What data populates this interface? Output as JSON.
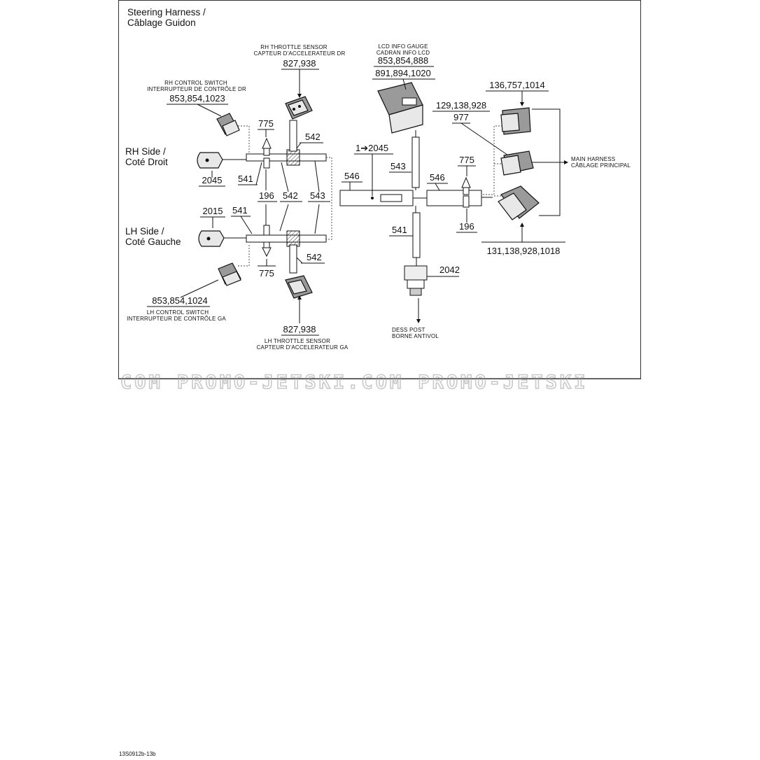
{
  "title": {
    "line1": "Steering Harness /",
    "line2": "Câblage Guidon"
  },
  "sides": {
    "rh": {
      "line1": "RH Side /",
      "line2": "Coté Droit"
    },
    "lh": {
      "line1": "LH Side /",
      "line2": "Coté Gauche"
    }
  },
  "components": {
    "rh_throttle": {
      "en": "RH THROTTLE SENSOR",
      "fr": "CAPTEUR D'ACCELERATEUR DR",
      "parts": "827,938"
    },
    "lcd_gauge": {
      "en": "LCD INFO GAUGE",
      "fr": "CADRAN INFO LCD",
      "parts1": "853,854,888",
      "parts2": "891,894,1020"
    },
    "rh_switch": {
      "en": "RH CONTROL SWITCH",
      "fr": "INTERRUPTEUR DE CONTRÔLE DR",
      "parts": "853,854,1023"
    },
    "lh_switch": {
      "en": "LH CONTROL SWITCH",
      "fr": "INTERRUPTEUR DE CONTRÔLE GA",
      "parts": "853,854,1024"
    },
    "lh_throttle": {
      "en": "LH THROTTLE SENSOR",
      "fr": "CAPTEUR D'ACCELERATEUR GA",
      "parts": "827,938"
    },
    "dess_post": {
      "en": "DESS POST",
      "fr": "BORNE ANTIVOL"
    },
    "main_harness": {
      "en": "MAIN HARNESS",
      "fr": "CÂBLAGE PRINCIPAL"
    }
  },
  "callouts": {
    "c775_rh": "775",
    "c542_rh": "542",
    "c1_2045": "1➔2045",
    "c543_mid": "543",
    "c775_r": "775",
    "c546_l": "546",
    "c546_r": "546",
    "c2045": "2045",
    "c541_rh": "541",
    "c196_l": "196",
    "c542_l": "542",
    "c543_l": "543",
    "c2015": "2015",
    "c541_lh": "541",
    "c775_lh": "775",
    "c542_lh": "542",
    "c541_mid": "541",
    "c2042": "2042",
    "c196_r": "196",
    "c136": "136,757,1014",
    "c129": "129,138,928",
    "c977": "977",
    "c131": "131,138,928,1018"
  },
  "watermark": "COM  PROMO-JETSKI.COM  PROMO-JETSKI",
  "footer": "13S0912b-13b"
}
